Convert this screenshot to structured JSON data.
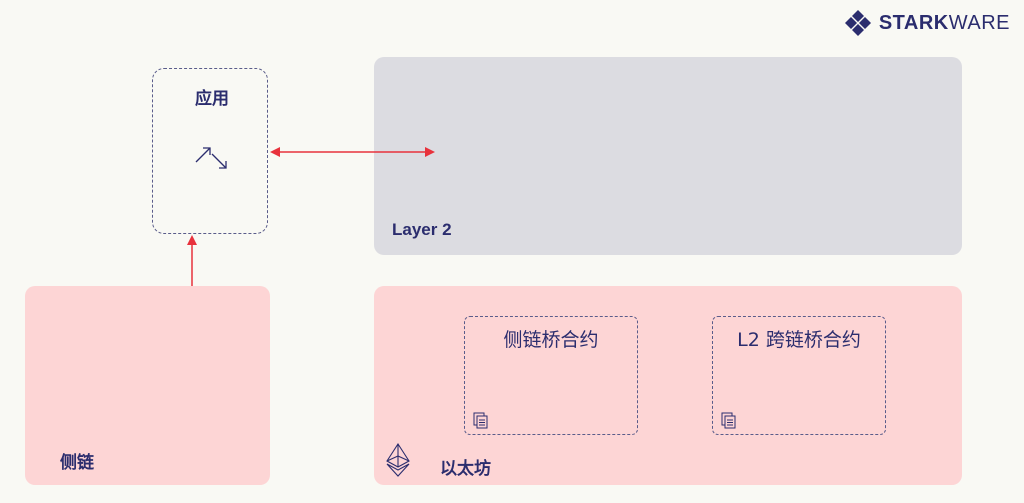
{
  "logo": {
    "bold": "STARK",
    "light": "WARE"
  },
  "app": {
    "title": "应用"
  },
  "layer2": {
    "label": "Layer 2"
  },
  "sidechain": {
    "label": "侧链"
  },
  "ethereum": {
    "label": "以太坊"
  },
  "contracts": [
    {
      "label": "侧链桥合约"
    },
    {
      "label": "L2 跨链桥合约"
    }
  ],
  "colors": {
    "arrow": "#e8323c",
    "text": "#2b2d6e",
    "pink": "#fdd5d5",
    "grey": "#dcdce1"
  }
}
